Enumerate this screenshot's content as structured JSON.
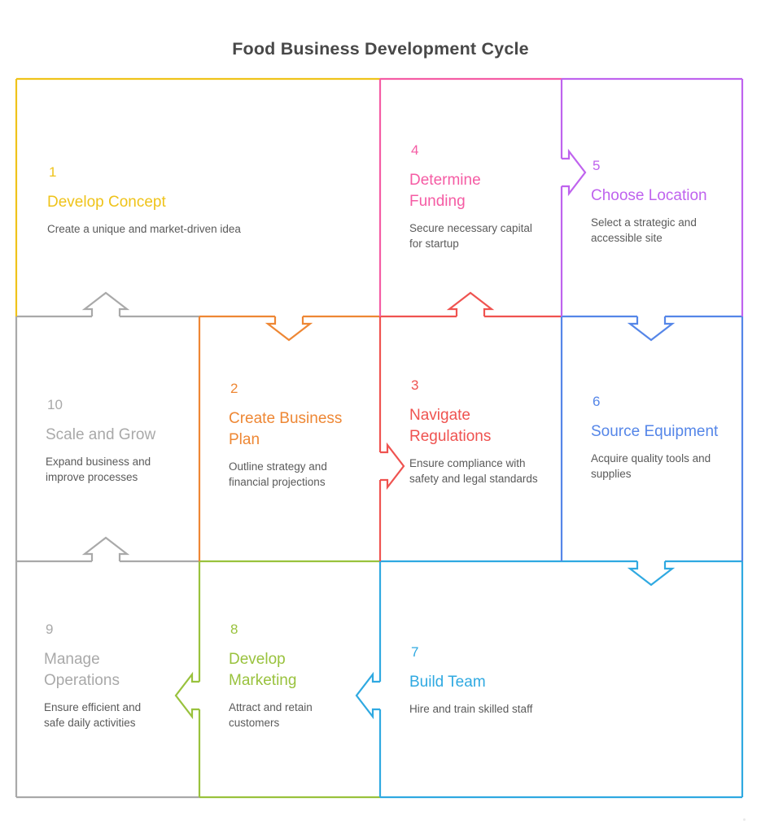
{
  "title": "Food Business Development Cycle",
  "steps": [
    {
      "number": "1",
      "title": "Develop Concept",
      "description": "Create a unique and market-driven idea",
      "color": "#EFC31A"
    },
    {
      "number": "2",
      "title": "Create Business Plan",
      "description": "Outline strategy and financial projections",
      "color": "#EE8734"
    },
    {
      "number": "3",
      "title": "Navigate Regulations",
      "description": "Ensure compliance with safety and legal standards",
      "color": "#EF5350"
    },
    {
      "number": "4",
      "title": "Determine Funding",
      "description": "Secure necessary capital for startup",
      "color": "#F55CA4"
    },
    {
      "number": "5",
      "title": "Choose Location",
      "description": "Select a strategic and accessible site",
      "color": "#BF63EE"
    },
    {
      "number": "6",
      "title": "Source Equipment",
      "description": "Acquire quality tools and supplies",
      "color": "#5586E8"
    },
    {
      "number": "7",
      "title": "Build Team",
      "description": "Hire and train skilled staff",
      "color": "#2FA9E1"
    },
    {
      "number": "8",
      "title": "Develop Marketing",
      "description": "Attract and retain customers",
      "color": "#99C23D"
    },
    {
      "number": "9",
      "title": "Manage Operations",
      "description": "Ensure efficient and safe daily activities",
      "color": "#A9A9A9"
    },
    {
      "number": "10",
      "title": "Scale and Grow",
      "description": "Expand business and improve processes",
      "color": "#A9A9A9"
    }
  ],
  "flow": [
    {
      "from": 1,
      "to": 2
    },
    {
      "from": 2,
      "to": 3
    },
    {
      "from": 3,
      "to": 4
    },
    {
      "from": 4,
      "to": 5
    },
    {
      "from": 5,
      "to": 6
    },
    {
      "from": 6,
      "to": 7
    },
    {
      "from": 7,
      "to": 8
    },
    {
      "from": 8,
      "to": 9
    },
    {
      "from": 9,
      "to": 10
    },
    {
      "from": 10,
      "to": 1
    }
  ]
}
